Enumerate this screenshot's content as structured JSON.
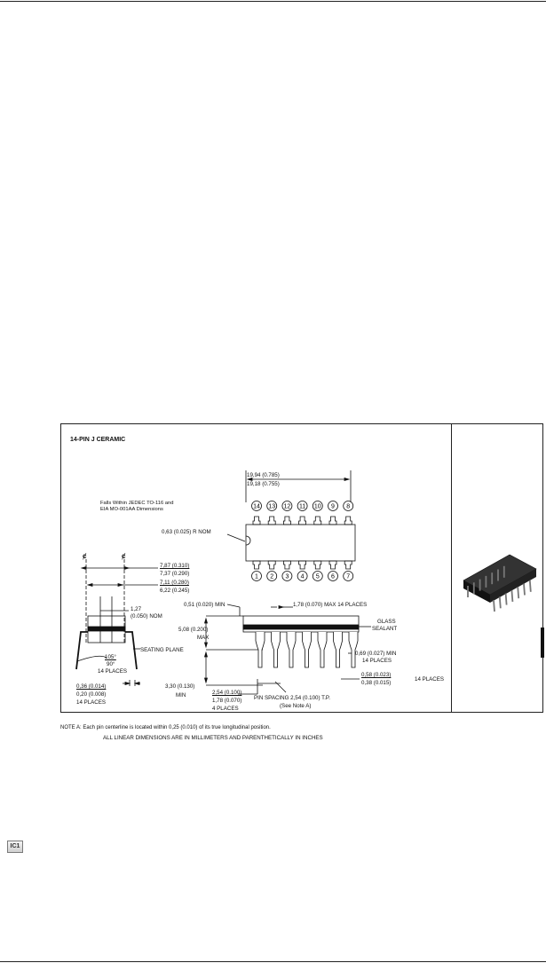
{
  "figure": {
    "title": "14-PIN J CERAMIC",
    "jedec_note": [
      "Falls Within JEDEC TO-116 and",
      "EIA MO-001AA Dimensions"
    ],
    "radius_note": "0,63 (0.025) R NOM",
    "top_width": {
      "max": "19,94 (0.785)",
      "min": "19,18 (0.755)"
    },
    "top_pins": [
      "14",
      "13",
      "12",
      "11",
      "10",
      "9",
      "8"
    ],
    "bottom_pins": [
      "1",
      "2",
      "3",
      "4",
      "5",
      "6",
      "7"
    ],
    "centerline_symbol": "ȼ",
    "row_width": {
      "max": "7,87 (0.310)",
      "min": "7,37 (0.290)"
    },
    "body_width": {
      "max": "7,11 (0.280)",
      "min": "6,22 (0.245)"
    },
    "lead_nom": [
      "1,27",
      "(0.050) NOM"
    ],
    "seating_plane": "SEATING PLANE",
    "angle": {
      "max": "105°",
      "min": "90°",
      "places": "14 PLACES"
    },
    "lead_thickness": {
      "max": "0,36 (0.014)",
      "min": "0,20 (0.008)",
      "places": "14 PLACES"
    },
    "standoff_min": "0,51 (0.020) MIN",
    "pin_width_max": "1,78 (0.070) MAX 14 PLACES",
    "glass_sealant": [
      "GLASS",
      "SEALANT"
    ],
    "height_max": [
      "5,08 (0.200)",
      "MAX"
    ],
    "shoulder_min": [
      "0,69 (0.027) MIN",
      "14 PLACES"
    ],
    "lead_width": {
      "max": "0,58 (0.023)",
      "min": "0,38 (0.015)",
      "places": "14 PLACES"
    },
    "lead_length_min": [
      "3,30 (0.130)",
      "MIN"
    ],
    "end_lead": {
      "max": "2,54 (0.100)",
      "min": "1,78 (0.070)",
      "places": "4 PLACES"
    },
    "pin_spacing": [
      "PIN SPACING 2,54 (0.100) T.P.",
      "(See Note A)"
    ],
    "units_note": "ALL LINEAR DIMENSIONS ARE IN MILLIMETERS AND PARENTHETICALLY IN INCHES"
  },
  "note_a": "NOTE A:  Each pin centerline is located within 0,25 (0.010) of its true longitudinal position.",
  "icon": {
    "name": "ic-chip-icon",
    "label": "IC1"
  }
}
